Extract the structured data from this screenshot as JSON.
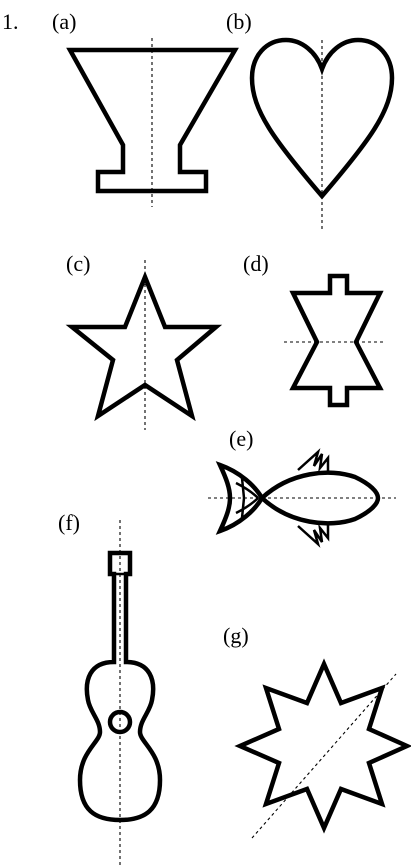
{
  "question_number": "1.",
  "figures": [
    {
      "label": "(a)",
      "shape": "goblet-icon"
    },
    {
      "label": "(b)",
      "shape": "heart-icon"
    },
    {
      "label": "(c)",
      "shape": "star-icon"
    },
    {
      "label": "(d)",
      "shape": "double-arrow-icon"
    },
    {
      "label": "(e)",
      "shape": "fish-icon"
    },
    {
      "label": "(f)",
      "shape": "guitar-icon"
    },
    {
      "label": "(g)",
      "shape": "eight-point-star-icon"
    }
  ],
  "colors": {
    "ink": "#000000",
    "background": "#ffffff"
  }
}
